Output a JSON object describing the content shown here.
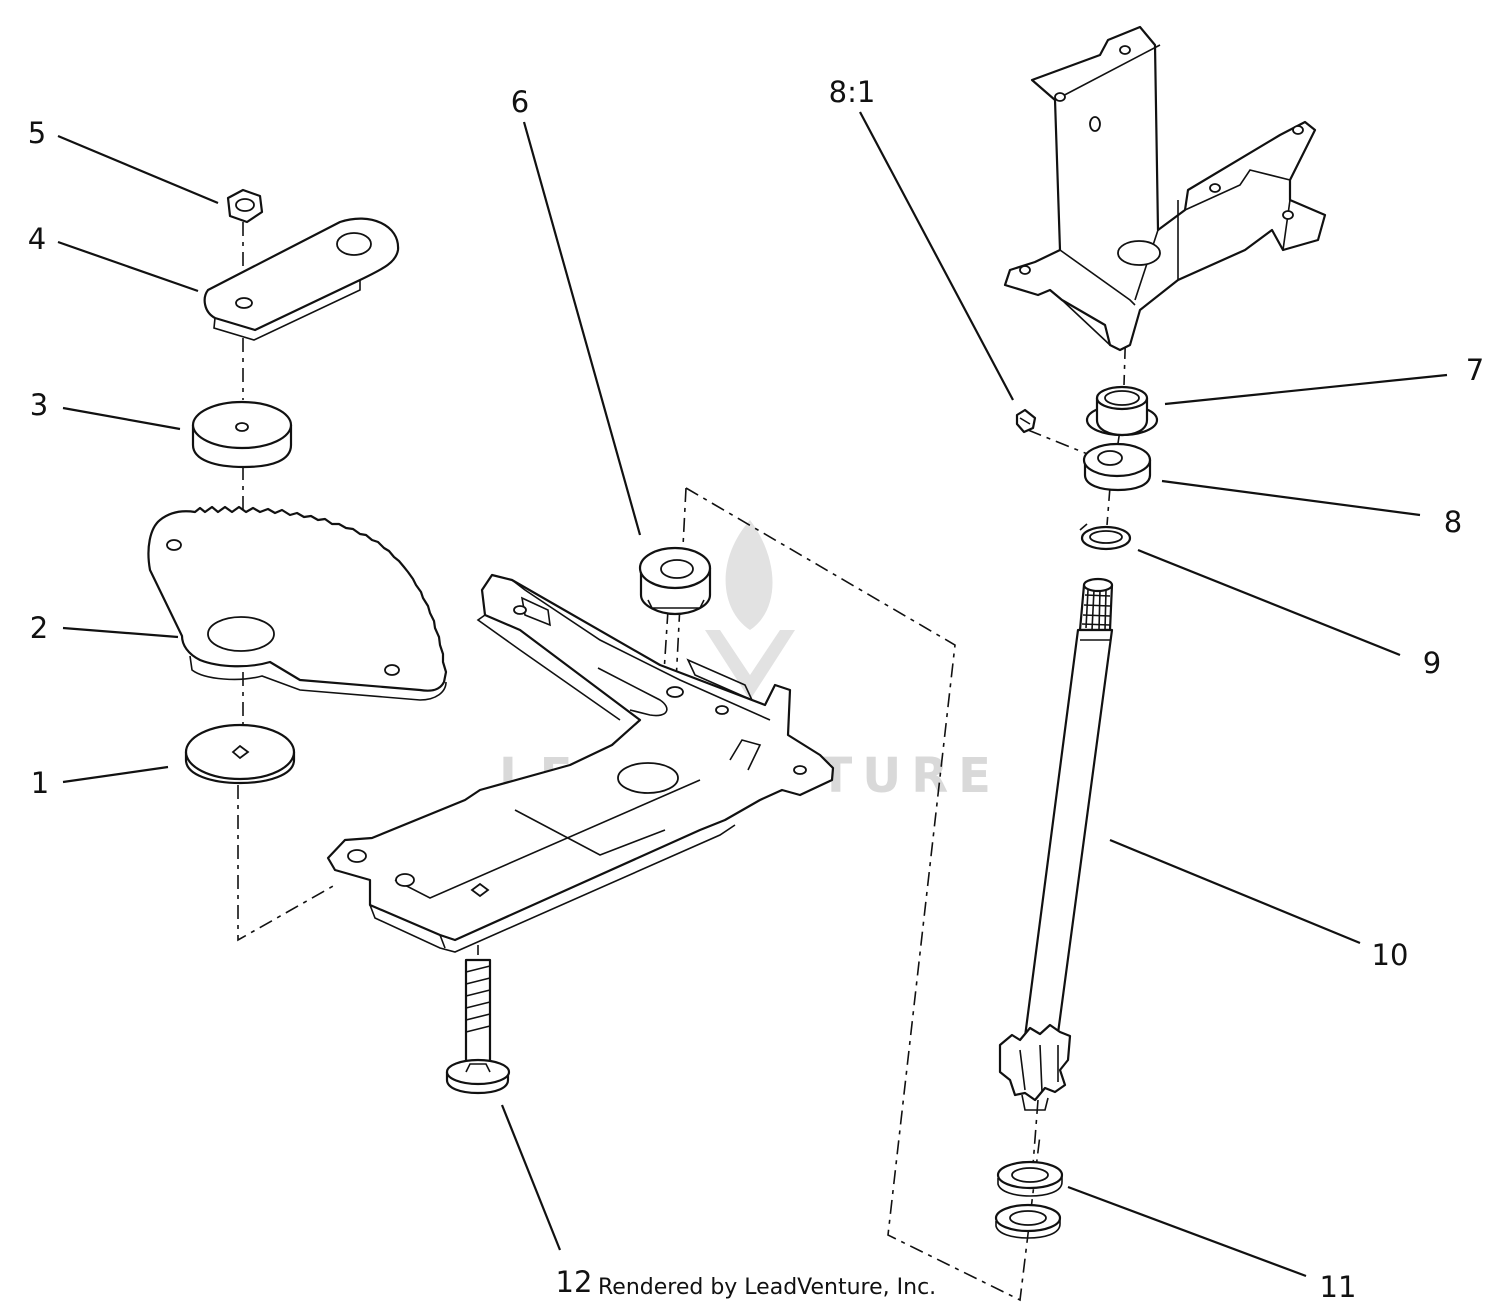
{
  "callouts": {
    "c1": "1",
    "c2": "2",
    "c3": "3",
    "c4": "4",
    "c5": "5",
    "c6": "6",
    "c7": "7",
    "c8": "8",
    "c8_1": "8:1",
    "c9": "9",
    "c10": "10",
    "c11": "11",
    "c12": "12"
  },
  "credit": "Rendered by LeadVenture, Inc.",
  "watermark": "LEADVENTURE",
  "colors": {
    "line": "#111111",
    "watermark": "#d9d9d9",
    "background": "#ffffff"
  }
}
